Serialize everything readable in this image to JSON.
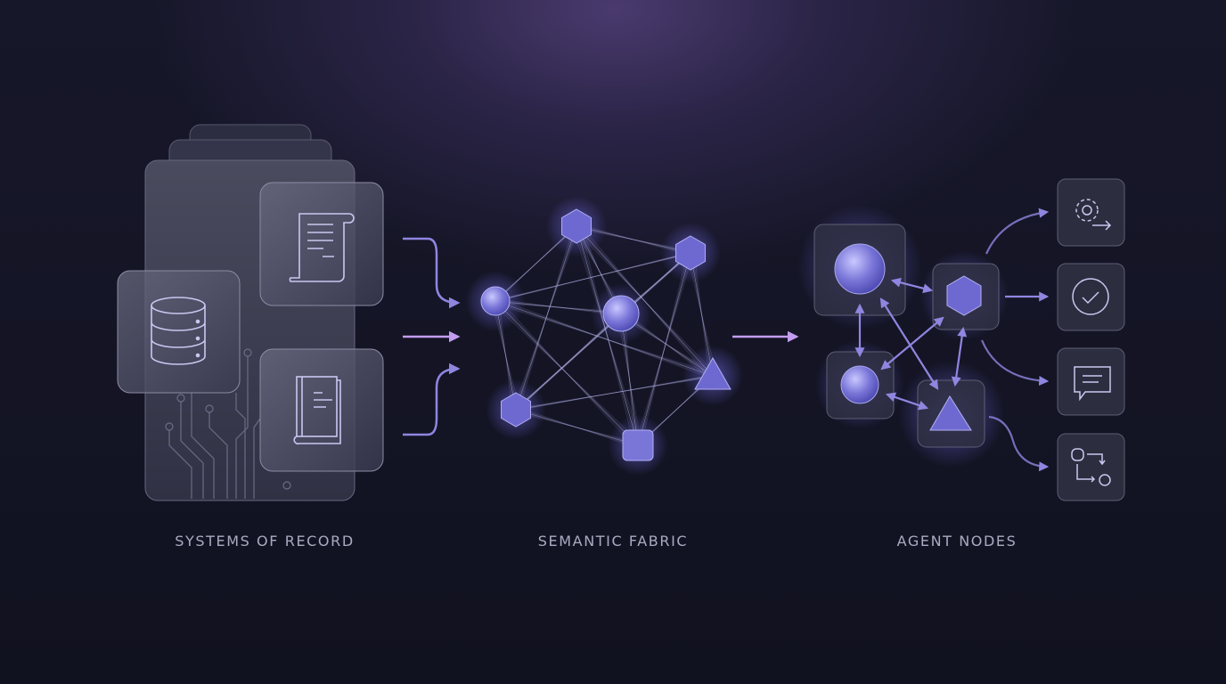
{
  "sections": {
    "systems_of_record": {
      "label": "SYSTEMS OF RECORD",
      "icons": [
        "document-scroll-icon",
        "database-icon",
        "book-icon"
      ]
    },
    "semantic_fabric": {
      "label": "SEMANTIC FABRIC"
    },
    "agent_nodes": {
      "label": "AGENT NODES",
      "outputs": [
        "gear-arrow-icon",
        "check-circle-icon",
        "chat-bubble-icon",
        "workflow-icon"
      ]
    }
  },
  "colors": {
    "accent": "#8f86e0",
    "arrow_pink": "#c39cf0",
    "background": "#121322",
    "label": "#a9abc2"
  }
}
